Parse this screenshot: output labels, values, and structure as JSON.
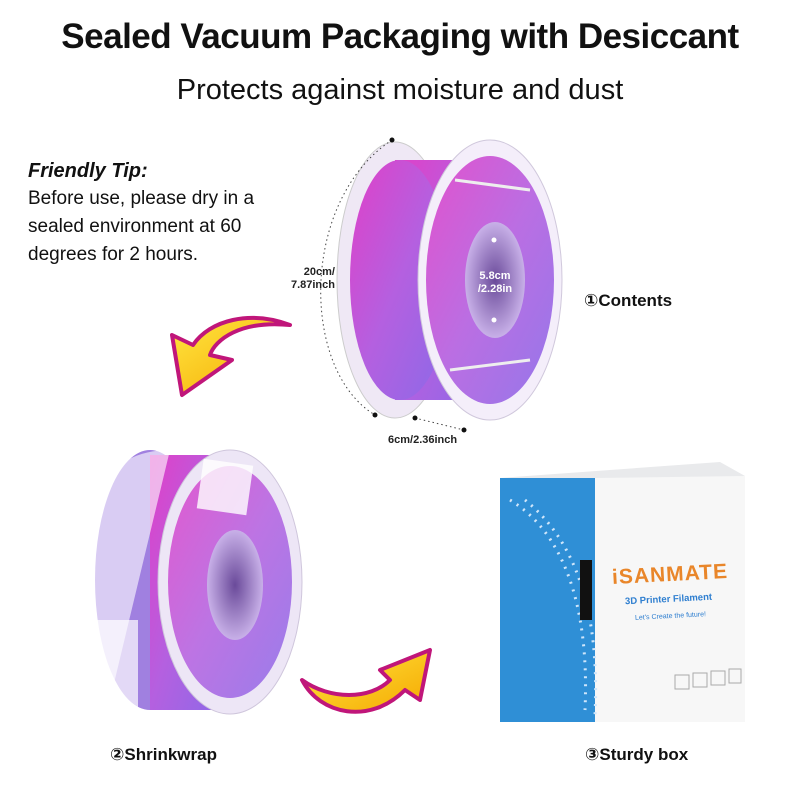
{
  "header": {
    "title": "Sealed Vacuum Packaging with Desiccant",
    "subtitle": "Protects against moisture and dust"
  },
  "tip": {
    "heading": "Friendly Tip:",
    "lines": [
      "Before use, please dry in a",
      "sealed environment at 60",
      "degrees for 2 hours."
    ]
  },
  "dimensions": {
    "height_line1": "20cm/",
    "height_line2": "7.87inch",
    "hole_line1": "5.8cm",
    "hole_line2": "/2.28in",
    "width": "6cm/2.36inch"
  },
  "captions": {
    "contents": "①Contents",
    "shrinkwrap": "②Shrinkwrap",
    "box": "③Sturdy box"
  },
  "box": {
    "brand": "iSANMATE",
    "product": "3D Printer Filament",
    "slogan": "Let's Create the future!"
  },
  "colors": {
    "pink": "#e040c8",
    "purple": "#9a6ae8",
    "arrow_fill": "#ffd21a",
    "arrow_outline": "#c0167a",
    "box_blue": "#2f8fd6"
  }
}
